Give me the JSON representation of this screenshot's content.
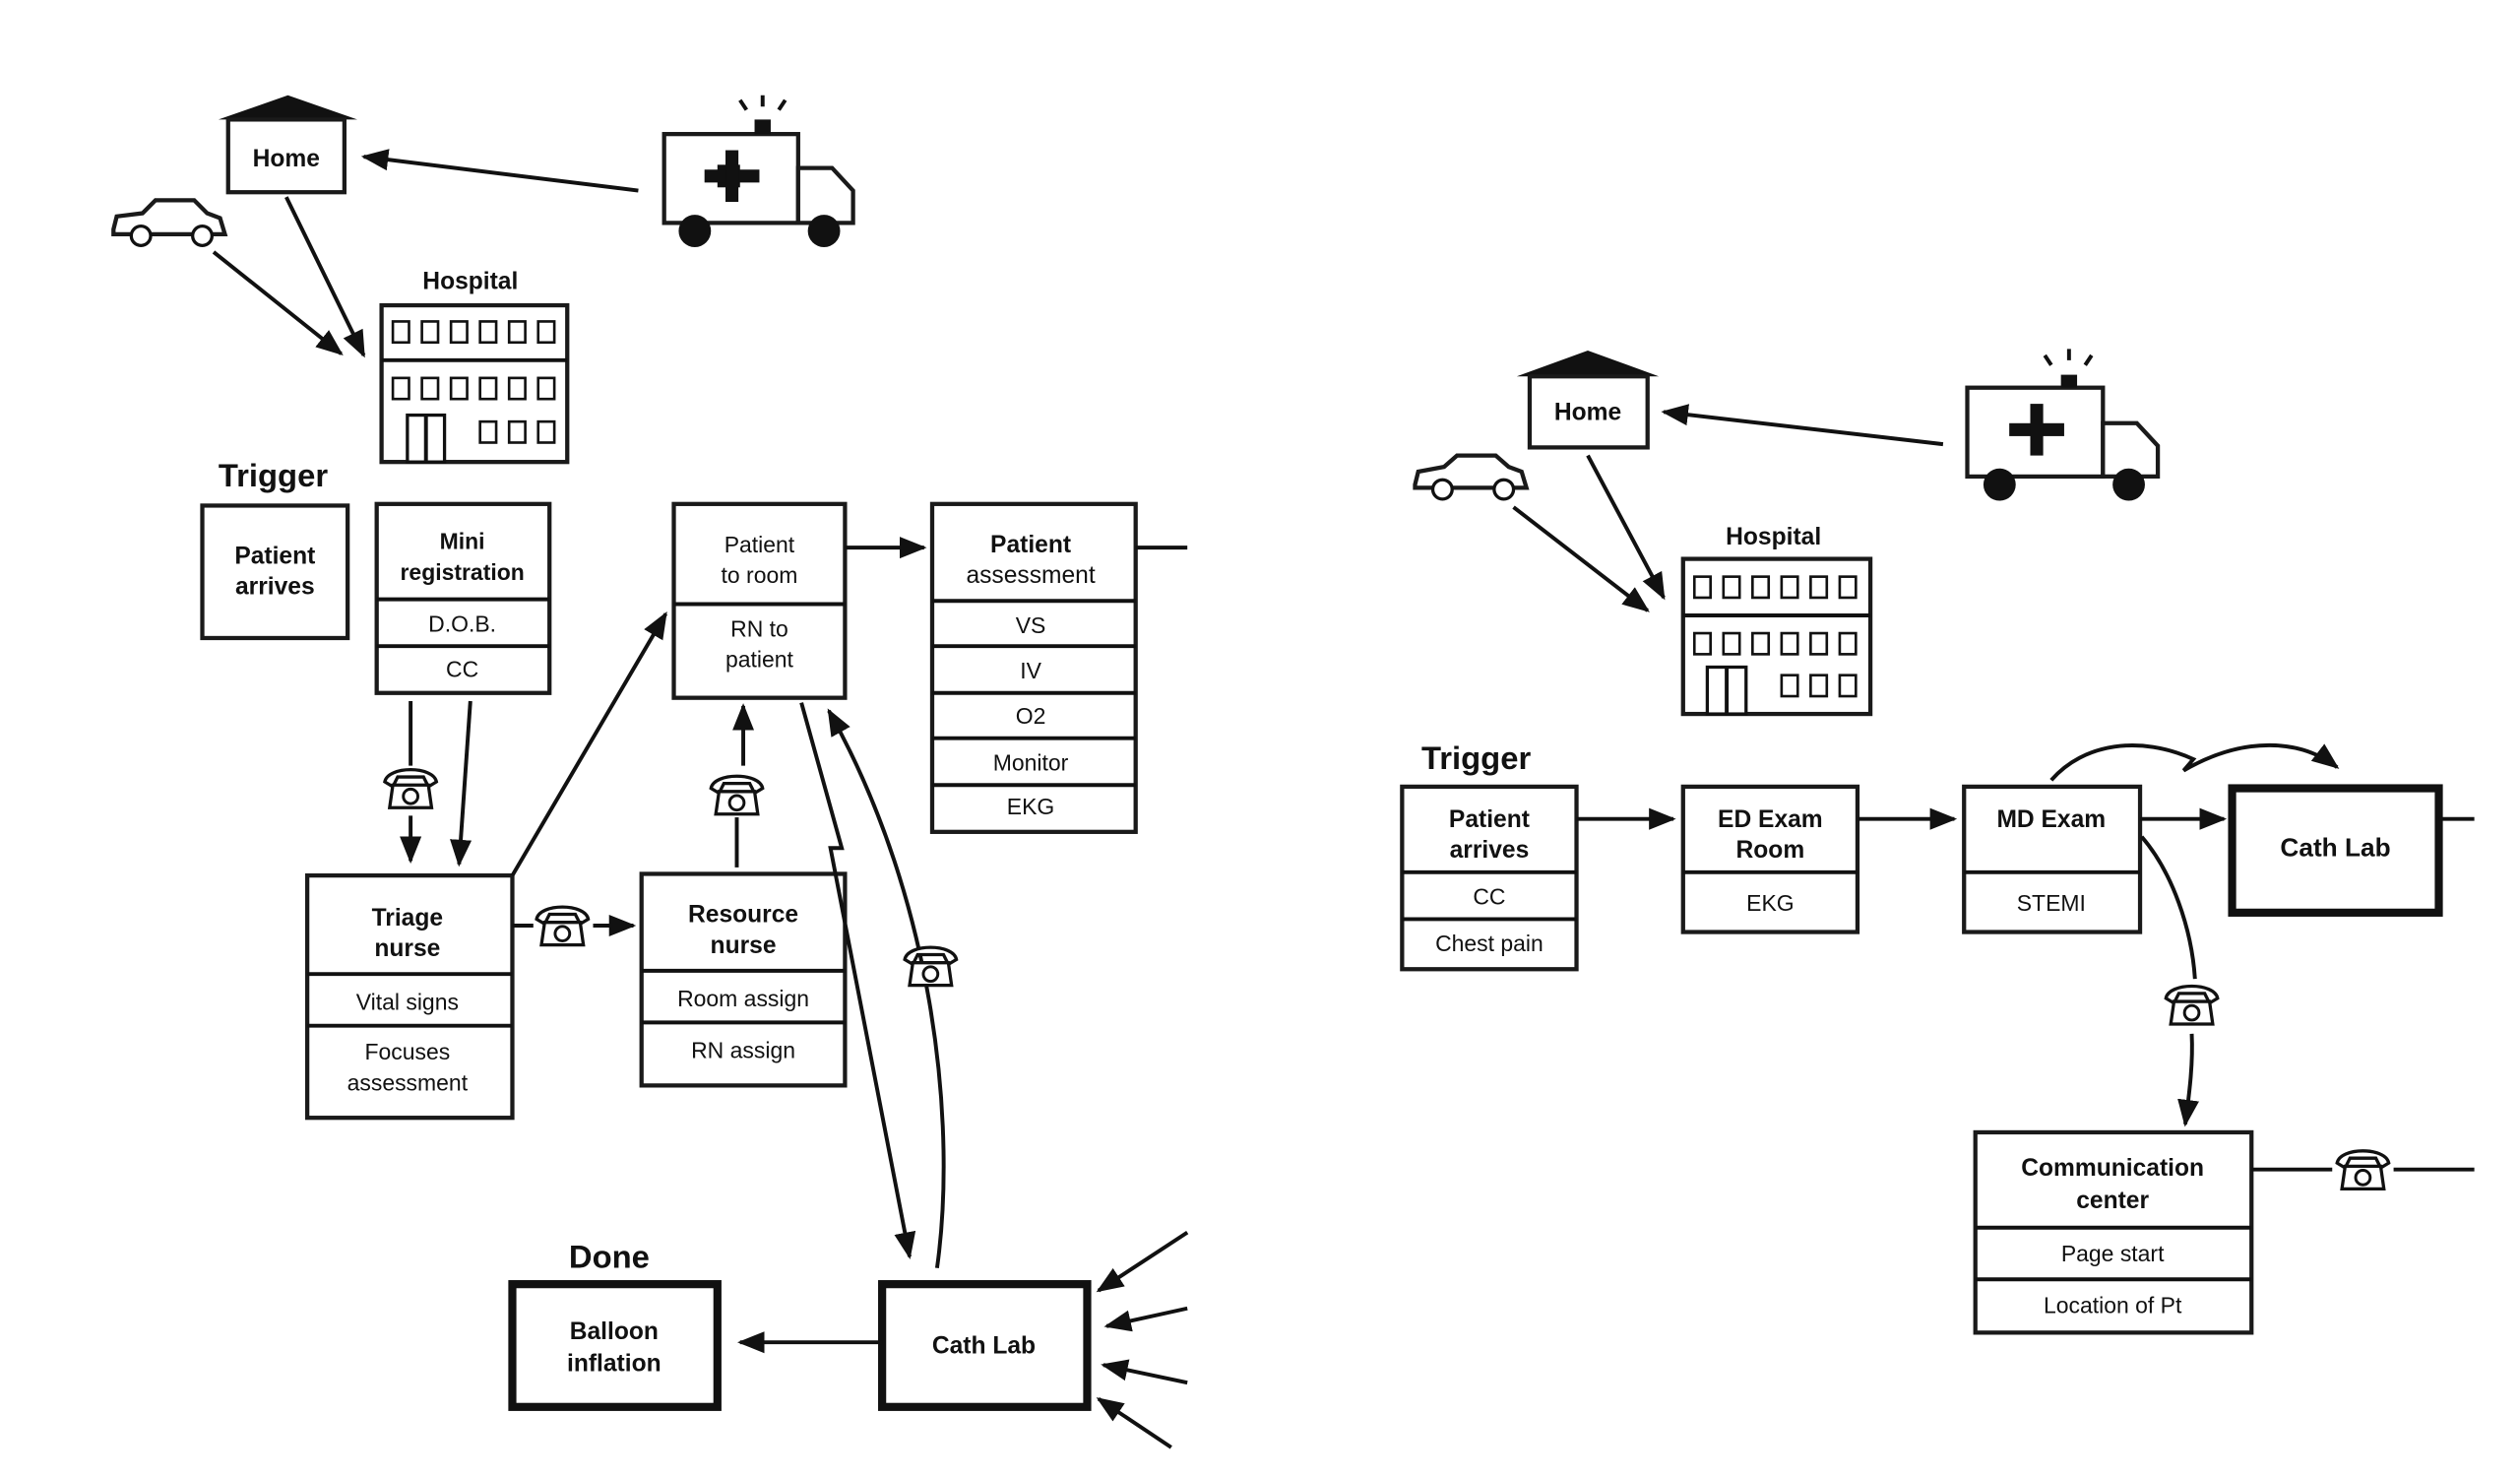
{
  "left": {
    "home": "Home",
    "hospital": "Hospital",
    "trigger": "Trigger",
    "patient_arrives": [
      "Patient",
      "arrives"
    ],
    "mini_registration": [
      "Mini",
      "registration"
    ],
    "mini_rows": [
      "D.O.B.",
      "CC"
    ],
    "patient_to_room": [
      "Patient",
      "to room"
    ],
    "rn_to_patient": [
      "RN to",
      "patient"
    ],
    "patient_assessment": [
      "Patient",
      "assessment"
    ],
    "assessment_rows": [
      "VS",
      "IV",
      "O2",
      "Monitor",
      "EKG"
    ],
    "triage_nurse": [
      "Triage",
      "nurse"
    ],
    "triage_rows": [
      "Vital signs"
    ],
    "triage_focused": [
      "Focuses",
      "assessment"
    ],
    "resource_nurse": [
      "Resource",
      "nurse"
    ],
    "resource_rows": [
      "Room assign",
      "RN assign"
    ],
    "done": "Done",
    "balloon": [
      "Balloon",
      "inflation"
    ],
    "cath_lab": "Cath Lab"
  },
  "right": {
    "home": "Home",
    "hospital": "Hospital",
    "trigger": "Trigger",
    "patient_arrives": [
      "Patient",
      "arrives"
    ],
    "patient_rows": [
      "CC",
      "Chest pain"
    ],
    "ed_exam": [
      "ED Exam",
      "Room"
    ],
    "ed_rows": [
      "EKG"
    ],
    "md_exam": "MD Exam",
    "md_rows": [
      "STEMI"
    ],
    "cath_lab": "Cath Lab",
    "communication": [
      "Communication",
      "center"
    ],
    "communication_rows": [
      "Page start",
      "Location of Pt"
    ]
  },
  "icons": [
    "house-icon",
    "ambulance-icon",
    "car-icon",
    "hospital-building-icon",
    "telephone-icon"
  ]
}
